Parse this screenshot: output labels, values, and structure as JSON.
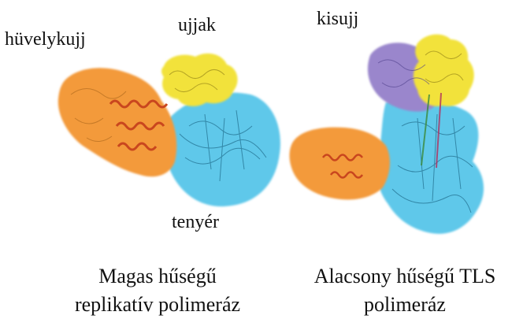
{
  "labels": {
    "thumb": "hüvelykujj",
    "fingers": "ujjak",
    "palm": "tenyér",
    "little_finger": "kisujj"
  },
  "captions": {
    "left_line1": "Magas hűségű",
    "left_line2": "replikatív polimeráz",
    "right_line1": "Alacsony hűségű TLS",
    "right_line2": "polimeráz"
  },
  "colors": {
    "thumb": "#f39a3a",
    "fingers": "#f2e23a",
    "palm": "#5ec8ea",
    "little_finger": "#9a86cc",
    "helix": "#c9461e"
  }
}
